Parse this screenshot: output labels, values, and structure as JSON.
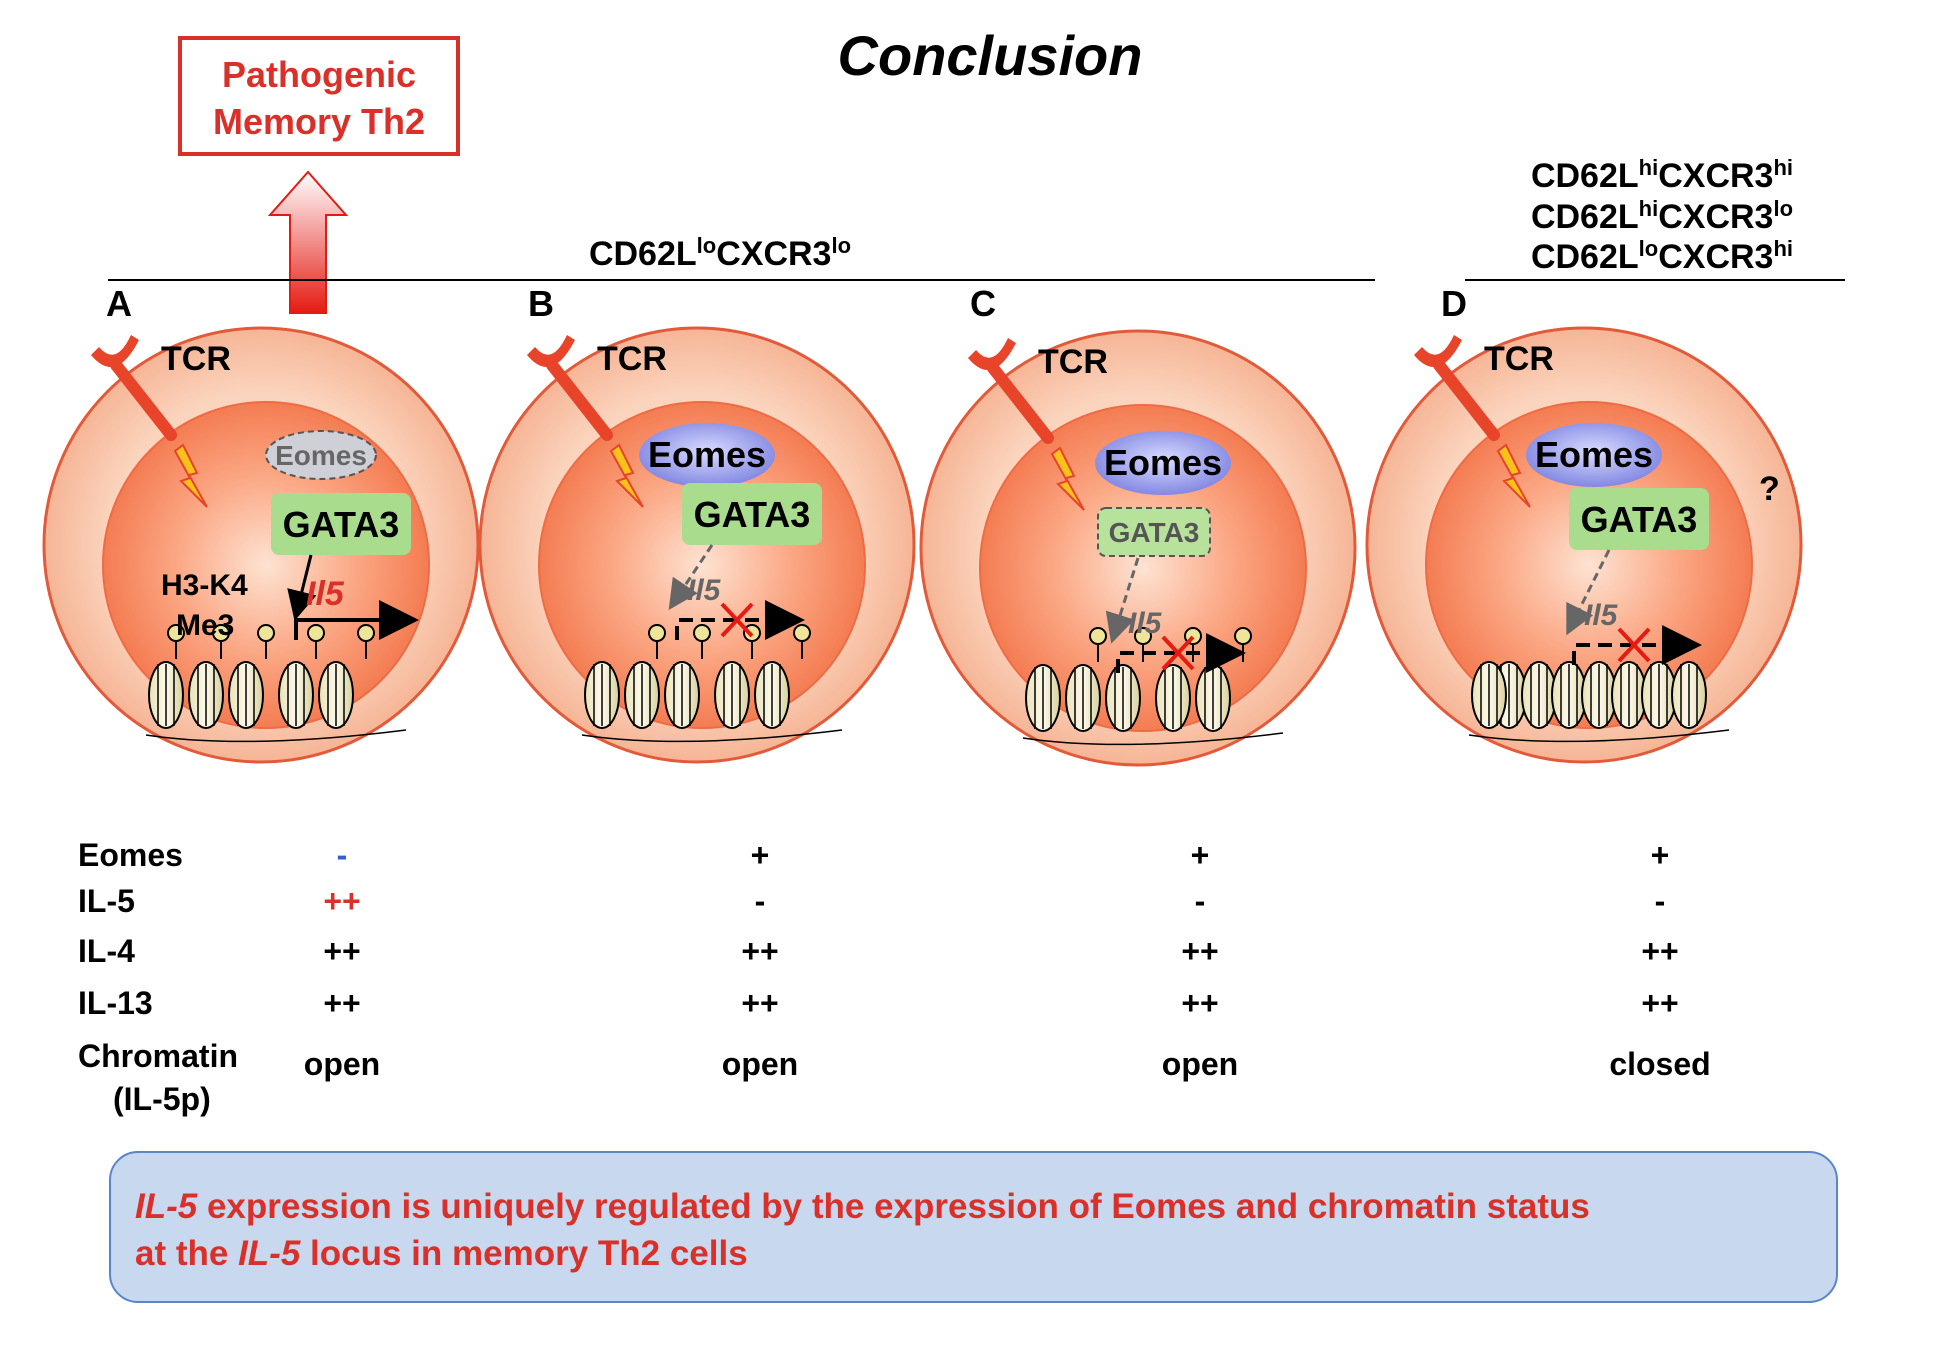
{
  "title": "Conclusion",
  "pathogenic_box": {
    "line1": "Pathogenic",
    "line2": "Memory Th2"
  },
  "group_left": {
    "base": "CD62L",
    "sup1": "lo",
    "mid": "CXCR3",
    "sup2": "lo"
  },
  "group_right": [
    {
      "base": "CD62L",
      "sup1": "hi",
      "mid": "CXCR3",
      "sup2": "hi"
    },
    {
      "base": "CD62L",
      "sup1": "hi",
      "mid": "CXCR3",
      "sup2": "lo"
    },
    {
      "base": "CD62L",
      "sup1": "lo",
      "mid": "CXCR3",
      "sup2": "hi"
    }
  ],
  "tcr_label": "TCR",
  "eomes_label": "Eomes",
  "gata3_label": "GATA3",
  "il5_gene_label": "Il5",
  "question_mark": "?",
  "h3k4_line1": "H3-K4",
  "h3k4_line2": "Me3",
  "panels": [
    {
      "letter": "A",
      "eomes": "-",
      "il5": "++",
      "il4": "++",
      "il13": "++",
      "chromatin": "open"
    },
    {
      "letter": "B",
      "eomes": "+",
      "il5": "-",
      "il4": "++",
      "il13": "++",
      "chromatin": "open"
    },
    {
      "letter": "C",
      "eomes": "+",
      "il5": "-",
      "il4": "++",
      "il13": "++",
      "chromatin": "open"
    },
    {
      "letter": "D",
      "eomes": "+",
      "il5": "-",
      "il4": "++",
      "il13": "++",
      "chromatin": "closed"
    }
  ],
  "row_labels": {
    "eomes": "Eomes",
    "il5": "IL-5",
    "il4": "IL-4",
    "il13": "IL-13",
    "chromatin_line1": "Chromatin",
    "chromatin_line2": "(IL-5p)"
  },
  "conclusion": {
    "line1_italic": "IL-5",
    "line1_rest": " expression is uniquely regulated by the expression of Eomes and chromatin status",
    "line2_pre": "at the ",
    "line2_italic": "IL-5",
    "line2_post": " locus in memory Th2 cells"
  },
  "colors": {
    "cell_outer": "#f9c8ab",
    "cell_inner": "#f58e63",
    "cell_stroke": "#e35a3a",
    "eomes_fill": "#8f95e8",
    "gata3_fill": "#a9dc8d",
    "red_text": "#d9302a",
    "blue_minus": "#3060d0",
    "conclusion_bg": "#c7d8ef",
    "conclusion_border": "#5a86c8"
  }
}
